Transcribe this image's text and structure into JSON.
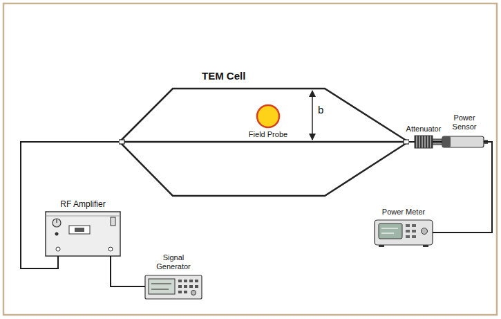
{
  "diagram": {
    "nodes": [
      {
        "text": [
          "TEM Cell"
        ]
      },
      {
        "text": [
          "Field Probe"
        ],
        "in": 0
      },
      {
        "text": [
          "Attenuator"
        ]
      },
      {
        "text": [
          "Power Sensor"
        ]
      },
      {
        "text": [
          "Power Meter"
        ]
      },
      {
        "text": [
          "RF Amplifier"
        ]
      },
      {
        "text": [
          "Signal Generator"
        ]
      }
    ],
    "edges": [
      {
        "from": 5,
        "to": 0,
        "arrow": "none"
      },
      {
        "from": 6,
        "to": 5,
        "arrow": "none"
      },
      {
        "from": 0,
        "to": 2,
        "arrow": "none"
      },
      {
        "from": 2,
        "to": 3,
        "arrow": "none"
      },
      {
        "from": 3,
        "to": 4,
        "arrow": "none"
      }
    ],
    "labels": [
      "b"
    ]
  }
}
